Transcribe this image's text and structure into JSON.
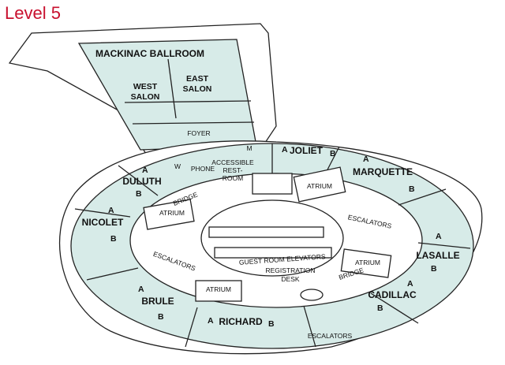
{
  "floor_title": "Level 5",
  "colors": {
    "title": "#c8102e",
    "room_fill": "#d7ebe8",
    "outline": "#222222",
    "corridor": "#ffffff"
  },
  "rooms": {
    "ballroom": "MACKINAC BALLROOM",
    "west_salon_1": "WEST",
    "west_salon_2": "SALON",
    "east_salon_1": "EAST",
    "east_salon_2": "SALON",
    "foyer": "FOYER",
    "joliet": "JOLIET",
    "marquette": "MARQUETTE",
    "lasalle": "LASALLE",
    "cadillac": "CADILLAC",
    "richard": "RICHARD",
    "brule": "BRULE",
    "nicolet": "NICOLET",
    "duluth": "DULUTH"
  },
  "sections": {
    "a": "A",
    "b": "B"
  },
  "facilities": {
    "atrium": "ATRIUM",
    "bridge": "BRIDGE",
    "escalators": "ESCALATORS",
    "phone": "PHONE",
    "w": "W",
    "m": "M",
    "restroom_1": "ACCESSIBLE",
    "restroom_2": "REST-",
    "restroom_3": "ROOM",
    "elevators": "GUEST ROOM ELEVATORS",
    "registration_1": "REGISTRATION",
    "registration_2": "DESK"
  }
}
